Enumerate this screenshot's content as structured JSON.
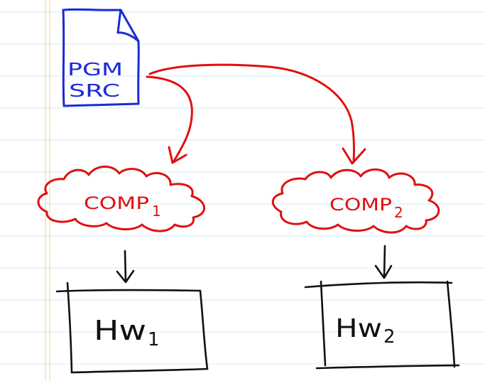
{
  "diagram": {
    "source_doc": {
      "line1": "PGM",
      "line2": "SRC"
    },
    "compiler_1": {
      "name": "COMP",
      "subscript": "1"
    },
    "compiler_2": {
      "name": "COMP",
      "subscript": "2"
    },
    "hardware_1": {
      "name": "Hw",
      "subscript": "1"
    },
    "hardware_2": {
      "name": "Hw",
      "subscript": "2"
    }
  },
  "colors": {
    "paper": "#ffffff",
    "ruled_line": "#cdeff3",
    "margin_line": "#f3d9a4",
    "source_ink": "#1a2ad8",
    "compiler_ink": "#e01010",
    "hardware_ink": "#111111"
  }
}
